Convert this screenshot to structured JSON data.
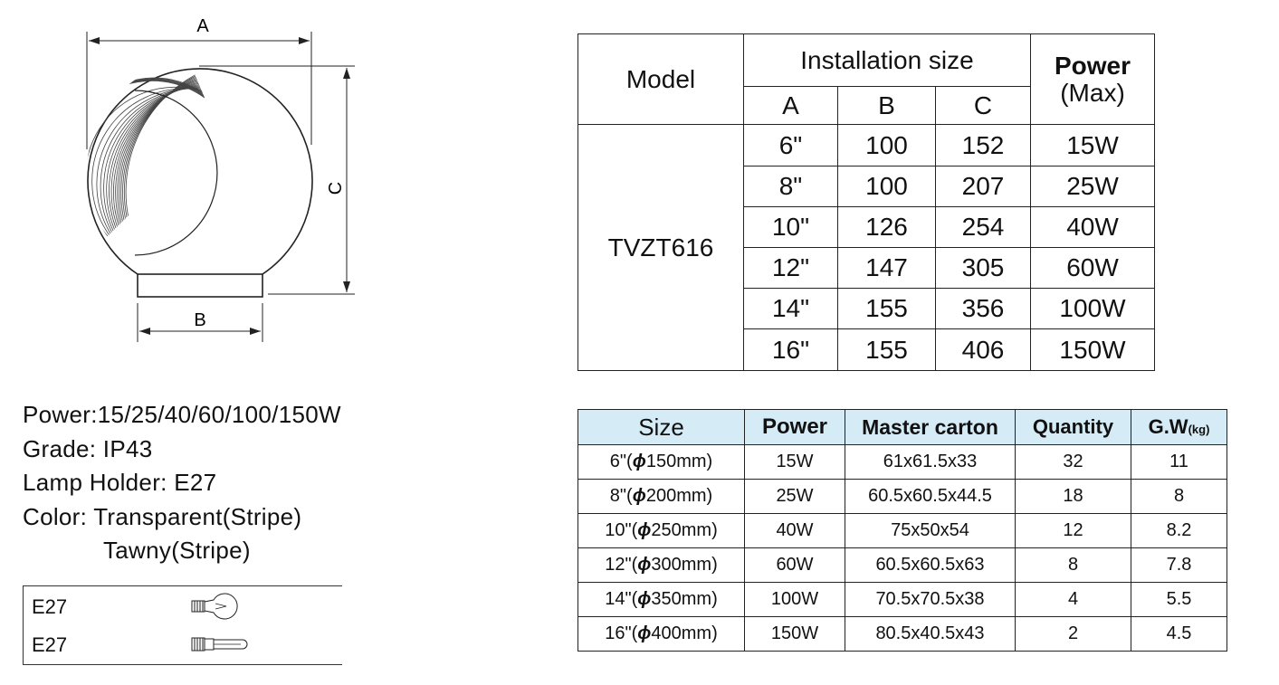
{
  "diagram": {
    "label_a": "A",
    "label_b": "B",
    "label_c": "C"
  },
  "specs": {
    "power": "Power:15/25/40/60/100/150W",
    "grade": "Grade: IP43",
    "lamp_holder": "Lamp Holder: E27",
    "color_line1": "Color: Transparent(Stripe)",
    "color_line2": "Tawny(Stripe)"
  },
  "holders": [
    {
      "label": "E27",
      "icon": "incandescent-bulb-icon"
    },
    {
      "label": "E27",
      "icon": "cfl-bulb-icon"
    }
  ],
  "install_table": {
    "model_header": "Model",
    "install_header": "Installation size",
    "power_header": "Power",
    "power_sub": "(Max)",
    "col_a": "A",
    "col_b": "B",
    "col_c": "C",
    "model": "TVZT616",
    "rows": [
      {
        "a": "6\"",
        "b": "100",
        "c": "152",
        "power": "15W"
      },
      {
        "a": "8\"",
        "b": "100",
        "c": "207",
        "power": "25W"
      },
      {
        "a": "10\"",
        "b": "126",
        "c": "254",
        "power": "40W"
      },
      {
        "a": "12\"",
        "b": "147",
        "c": "305",
        "power": "60W"
      },
      {
        "a": "14\"",
        "b": "155",
        "c": "356",
        "power": "100W"
      },
      {
        "a": "16\"",
        "b": "155",
        "c": "406",
        "power": "150W"
      }
    ]
  },
  "packing_table": {
    "headers": {
      "size": "Size",
      "power": "Power",
      "carton": "Master carton",
      "qty": "Quantity",
      "gw": "G.W",
      "gw_unit": "(kg)"
    },
    "phi": "ϕ",
    "rows": [
      {
        "size_a": "6\"(",
        "size_b": "150mm)",
        "power": "15W",
        "carton": "61x61.5x33",
        "qty": "32",
        "gw": "11"
      },
      {
        "size_a": "8\"(",
        "size_b": "200mm)",
        "power": "25W",
        "carton": "60.5x60.5x44.5",
        "qty": "18",
        "gw": "8"
      },
      {
        "size_a": "10\"(",
        "size_b": "250mm)",
        "power": "40W",
        "carton": "75x50x54",
        "qty": "12",
        "gw": "8.2"
      },
      {
        "size_a": "12\"(",
        "size_b": "300mm)",
        "power": "60W",
        "carton": "60.5x60.5x63",
        "qty": "8",
        "gw": "7.8"
      },
      {
        "size_a": "14\"(",
        "size_b": "350mm)",
        "power": "100W",
        "carton": "70.5x70.5x38",
        "qty": "4",
        "gw": "5.5"
      },
      {
        "size_a": "16\"(",
        "size_b": "400mm)",
        "power": "150W",
        "carton": "80.5x40.5x43",
        "qty": "2",
        "gw": "4.5"
      }
    ]
  },
  "colors": {
    "header_fill": "#d5ecf7",
    "line": "#222222"
  }
}
